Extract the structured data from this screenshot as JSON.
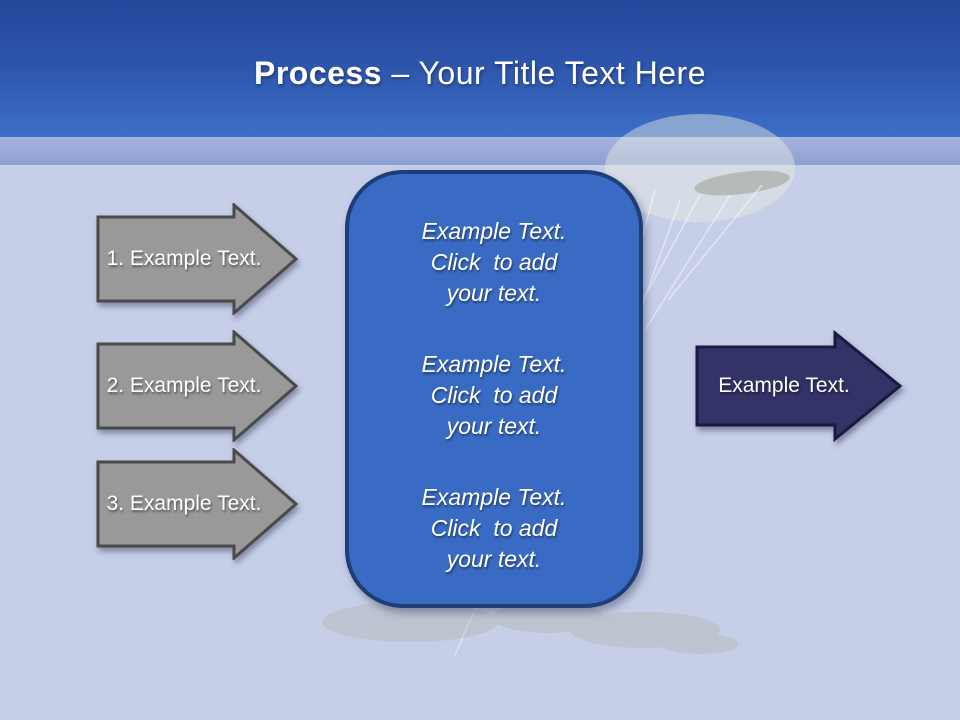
{
  "title": {
    "bold": "Process",
    "rest": "– Your Title Text Here"
  },
  "left_arrows": [
    {
      "label": "1. Example Text."
    },
    {
      "label": "2. Example Text."
    },
    {
      "label": "3. Example Text."
    }
  ],
  "center_box": {
    "blocks": [
      {
        "line1": "Example Text.",
        "line2": "Click  to add",
        "line3": "your text."
      },
      {
        "line1": "Example Text.",
        "line2": "Click  to add",
        "line3": "your text."
      },
      {
        "line1": "Example Text.",
        "line2": "Click  to add",
        "line3": "your text."
      }
    ]
  },
  "right_arrow": {
    "label": "Example Text."
  },
  "colors": {
    "header_top": "#24459a",
    "header_bottom": "#3d6fc7",
    "band_top": "#a6b3df",
    "band_bottom": "#8c9fd2",
    "background": "#c6cee8",
    "gray_arrow_fill": "#999999",
    "gray_arrow_border": "#4a4a4a",
    "blue_box_fill": "#3a6bc4",
    "blue_box_border": "#1f3e78",
    "navy_arrow_fill": "#333368",
    "navy_arrow_border": "#1a1a3e"
  }
}
